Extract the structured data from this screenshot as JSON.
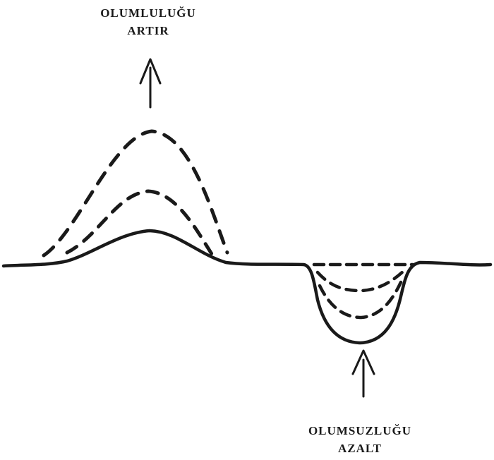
{
  "labels": {
    "increase_positive": {
      "line1": "OLUMLULUĞU",
      "line2": "ARTIR"
    },
    "decrease_negative": {
      "line1": "OLUMSUZLUĞU",
      "line2": "AZALT"
    }
  },
  "colors": {
    "ink": "#1a1a1a",
    "background": "#ffffff"
  }
}
